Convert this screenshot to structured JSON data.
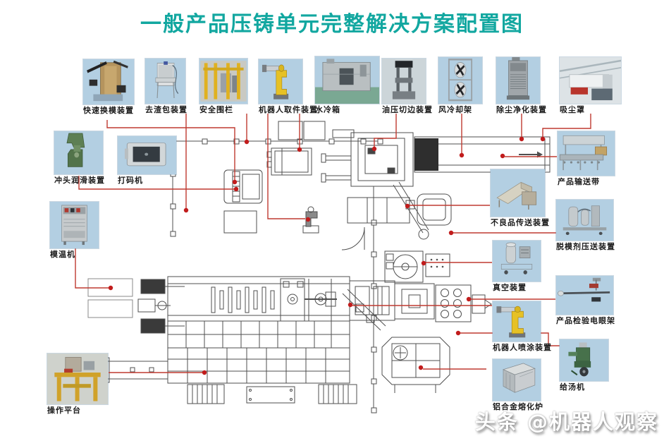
{
  "title": "一般产品压铸单元完整解决方案配置图",
  "watermark": "头条 @机器人观察",
  "colors": {
    "title_text": "#12a7a0",
    "connector_line": "#bf3a30",
    "connector_dot": "#c11c1c",
    "thumb_background": "#b3cfe2",
    "cad_line": "#4f4f4f"
  },
  "equipment": [
    {
      "id": "quick-die-change",
      "icon": "die-block-photo",
      "label": "快速换模装置"
    },
    {
      "id": "slag-removal-unit",
      "icon": "slag-cabinet-photo",
      "label": "去渣包装置"
    },
    {
      "id": "safety-fence",
      "icon": "yellow-fence-photo",
      "label": "安全围栏"
    },
    {
      "id": "robot-extractor",
      "icon": "yellow-robot-photo",
      "label": "机器人取件装置"
    },
    {
      "id": "water-cooling-tank",
      "icon": "water-tank-photo",
      "label": "水冷箱"
    },
    {
      "id": "hydraulic-trimming-press",
      "icon": "trim-press-photo",
      "label": "油压切边装置"
    },
    {
      "id": "air-cooling-rack",
      "icon": "fan-rack-photo",
      "label": "风冷却架"
    },
    {
      "id": "dust-purifier",
      "icon": "dust-cabinet-photo",
      "label": "除尘净化装置"
    },
    {
      "id": "dust-hood",
      "icon": "hood-photo",
      "label": "吸尘罩"
    },
    {
      "id": "plunger-lubricator",
      "icon": "green-device-photo",
      "label": "冲头润滑装置"
    },
    {
      "id": "marking-machine",
      "icon": "marker-photo",
      "label": "打码机"
    },
    {
      "id": "mold-temp-controller",
      "icon": "cabinet-photo",
      "label": "模温机"
    },
    {
      "id": "operation-platform",
      "icon": "platform-photo",
      "label": "操作平台"
    },
    {
      "id": "product-conveyor",
      "icon": "conveyor-photo",
      "label": "产品输送带"
    },
    {
      "id": "release-agent-feeder",
      "icon": "tank-pump-photo",
      "label": "脱模剂压送装置"
    },
    {
      "id": "inspection-photoeye-rack",
      "icon": "photoeye-boom-photo",
      "label": "产品检验电眼架"
    },
    {
      "id": "ladle-feeder",
      "icon": "green-ladler-photo",
      "label": "给汤机"
    },
    {
      "id": "reject-conveyor",
      "icon": "chute-photo",
      "label": "不良品传送装置"
    },
    {
      "id": "vacuum-unit",
      "icon": "vacuum-tank-photo",
      "label": "真空装置"
    },
    {
      "id": "robot-sprayer",
      "icon": "yellow-robot-photo",
      "label": "机器人喷涂装置"
    },
    {
      "id": "aluminum-melting-furnace",
      "icon": "furnace-photo",
      "label": "铝合金熔化炉"
    }
  ]
}
